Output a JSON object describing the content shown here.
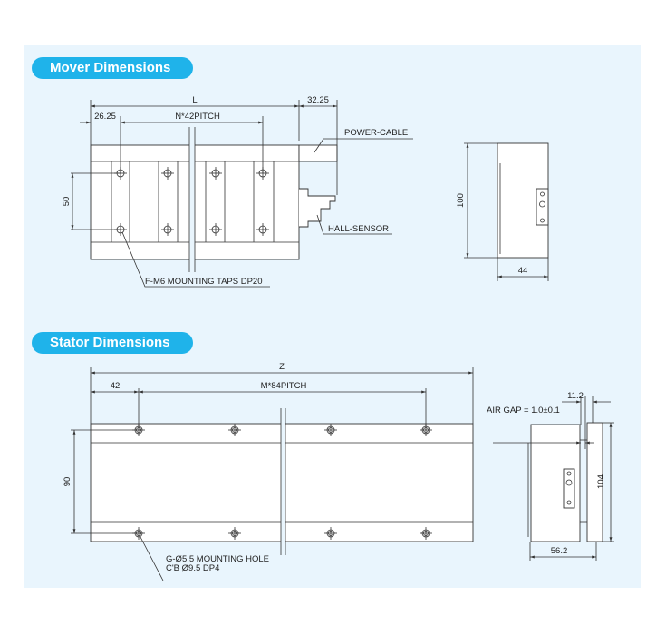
{
  "mover": {
    "title": "Mover Dimensions",
    "dim_length": "L",
    "dim_cable": "32.25",
    "dim_offset": "26.25",
    "dim_pitch": "N*42PITCH",
    "dim_height": "50",
    "label_power_cable": "POWER-CABLE",
    "label_hall_sensor": "HALL-SENSOR",
    "label_taps": "F-M6 MOUNTING TAPS DP20",
    "side_height": "100",
    "side_width": "44"
  },
  "stator": {
    "title": "Stator Dimensions",
    "dim_length": "Z",
    "dim_offset": "42",
    "dim_pitch": "M*84PITCH",
    "dim_height": "90",
    "label_hole_1": "G-Ø5.5 MOUNTING HOLE",
    "label_hole_2": "C'B Ø9.5 DP4",
    "side_gap_dim": "11.2",
    "air_gap": "AIR GAP = 1.0±0.1",
    "side_height": "104",
    "side_width": "56.2"
  }
}
